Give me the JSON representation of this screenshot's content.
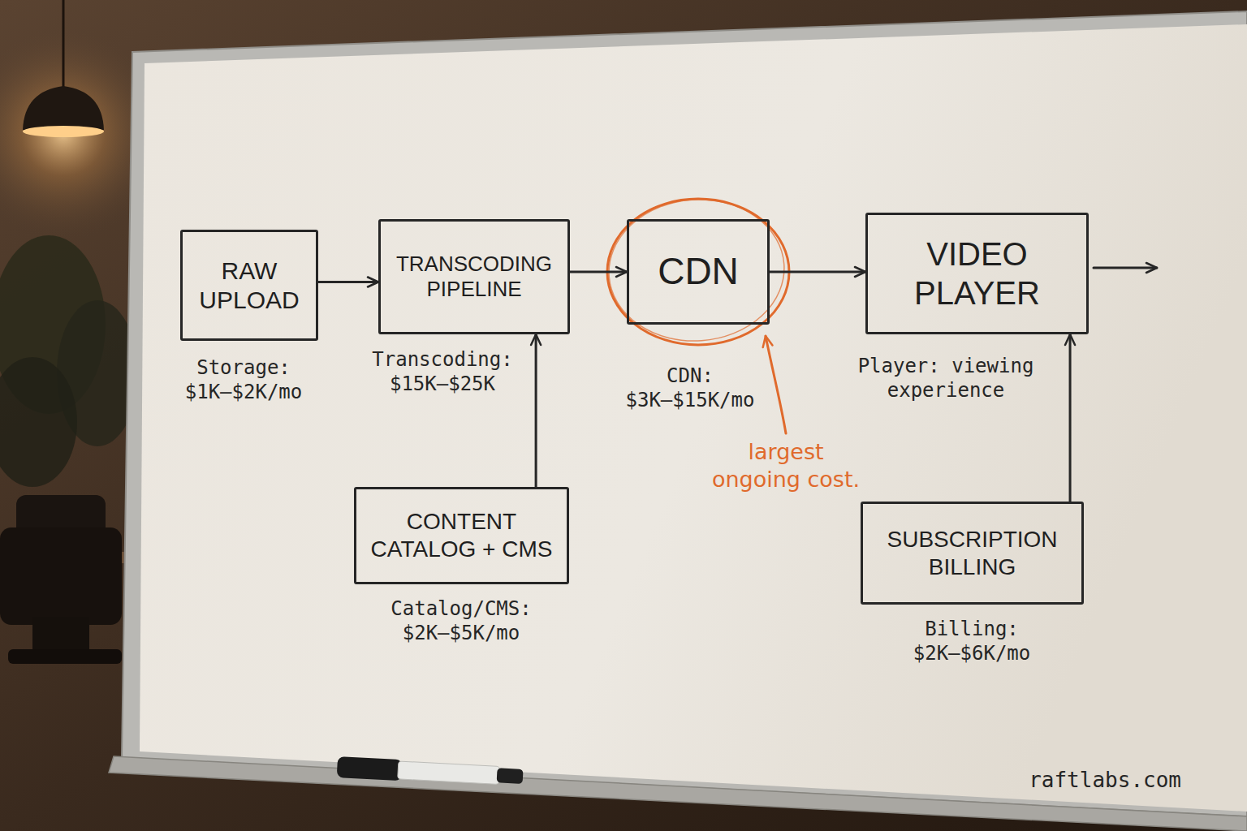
{
  "diagram": {
    "nodes": [
      {
        "text": [
          "RAW UPLOAD"
        ]
      },
      {
        "text": [
          "TRANSCODING PIPELINE"
        ]
      },
      {
        "text": [
          "CDN"
        ]
      },
      {
        "text": [
          "VIDEO PLAYER"
        ]
      },
      {
        "text": [
          "CONTENT CATALOG + CMS"
        ]
      },
      {
        "text": [
          "SUBSCRIPTION BILLING"
        ]
      }
    ],
    "edges": [
      {
        "from": 0,
        "to": 1,
        "arrow": "to"
      },
      {
        "from": 1,
        "to": 2,
        "arrow": "to"
      },
      {
        "from": 2,
        "to": 3,
        "arrow": "to"
      },
      {
        "from": 4,
        "to": 1,
        "arrow": "to"
      },
      {
        "from": 5,
        "to": 3,
        "arrow": "to"
      }
    ],
    "labels": [
      "Storage: $1K–$2K/mo",
      "Transcoding: $15K–$25K",
      "CDN: $3K–$15K/mo",
      "Player: viewing experience",
      "Catalog/CMS: $2K–$5K/mo",
      "Billing: $2K–$6K/mo",
      "largest ongoing cost.",
      "raftlabs.com"
    ]
  }
}
